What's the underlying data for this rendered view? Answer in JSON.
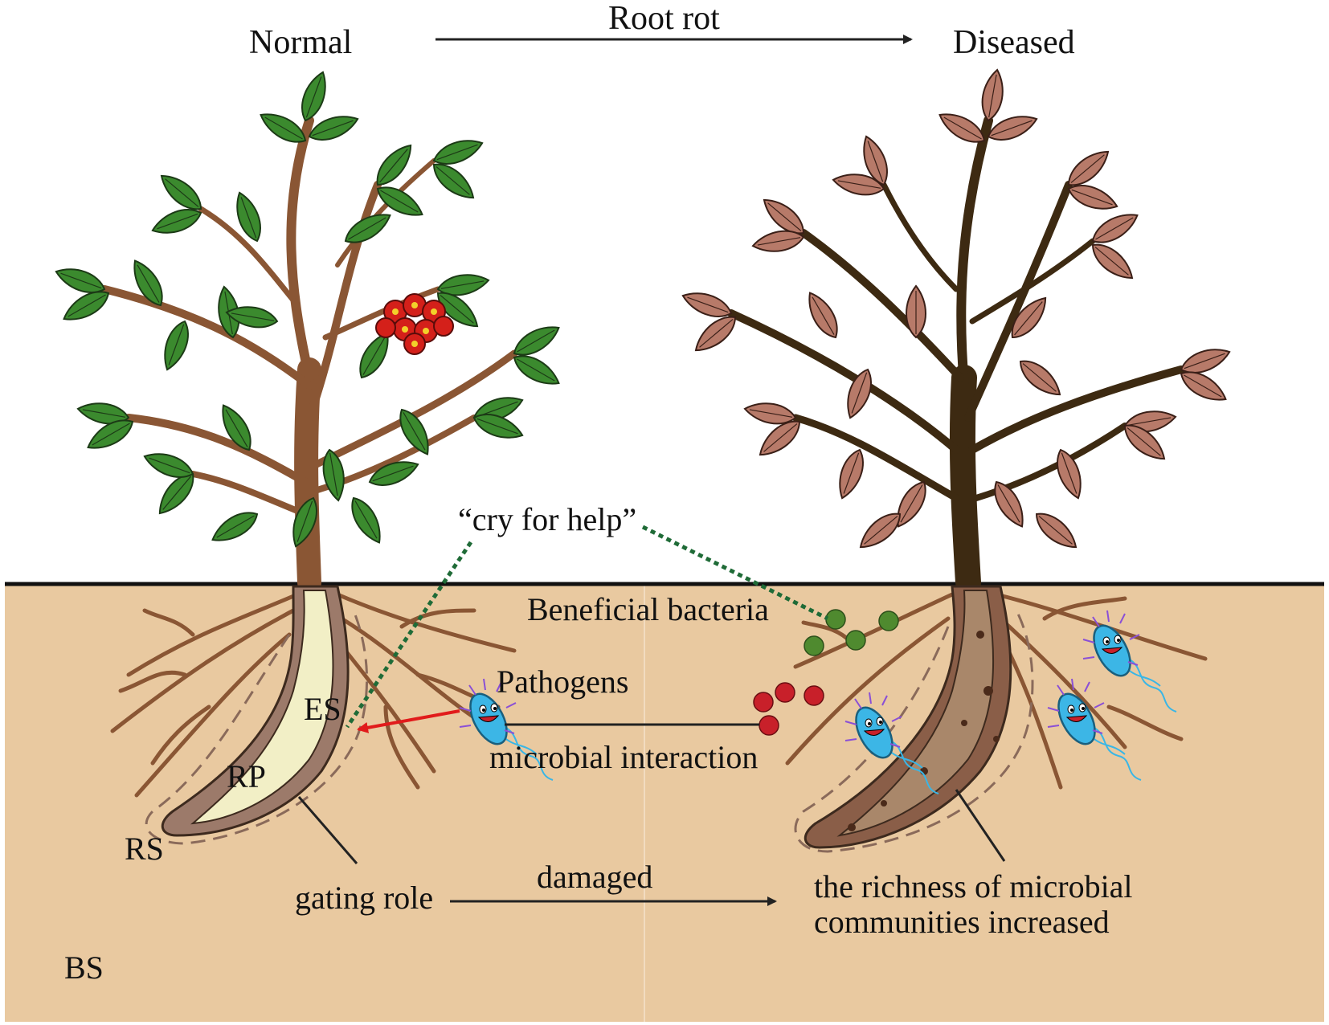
{
  "header": {
    "left_state": "Normal",
    "process": "Root rot",
    "right_state": "Diseased"
  },
  "labels": {
    "cry_for_help": "“cry for help”",
    "beneficial_bacteria": "Beneficial bacteria",
    "pathogens": "Pathogens",
    "microbial_interaction": "microbial interaction",
    "es": "ES",
    "rp": "RP",
    "rs": "RS",
    "gating_role": "gating role",
    "damaged": "damaged",
    "richness_line1": "the richness of microbial",
    "richness_line2": "communities increased",
    "bs": "BS"
  },
  "colors": {
    "soil": "#e9c9a0",
    "healthy_leaf": "#3b8a2e",
    "diseased_leaf": "#b77a69",
    "healthy_stem": "#8a5634",
    "diseased_stem": "#3d2a12",
    "flower": "#d4201a",
    "beneficial": "#4f8a2f",
    "pathogen_dot": "#c8202a",
    "bacterium": "#3cb6e6",
    "arrow_red": "#e11b1b",
    "dotted_green": "#1f6b37"
  }
}
